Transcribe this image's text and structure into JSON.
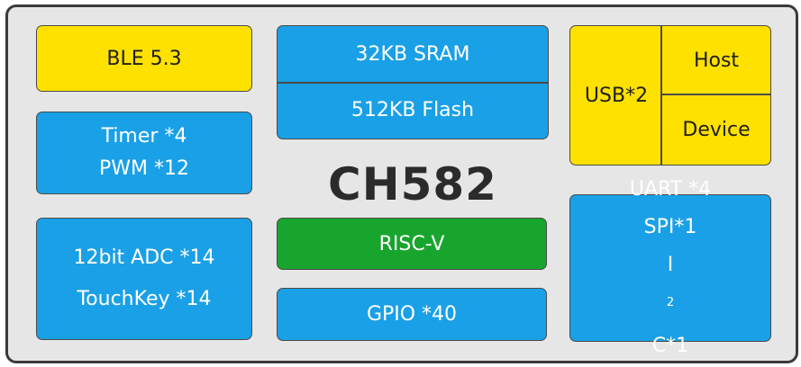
{
  "chip_name": "CH582",
  "blocks": {
    "ble": "BLE 5.3",
    "timer": "Timer *4",
    "pwm": "PWM *12",
    "adc": "12bit ADC *14",
    "touchkey": "TouchKey *14",
    "sram": "32KB SRAM",
    "flash": "512KB Flash",
    "riscv": "RISC-V",
    "gpio": "GPIO *40",
    "usb": "USB*2",
    "usb_host": "Host",
    "usb_device": "Device",
    "uart": "UART *4",
    "spi": "SPI*1",
    "i2c_prefix": "I",
    "i2c_sup": "2",
    "i2c_suffix": "C*1"
  },
  "colors": {
    "blue": "#1aa0e6",
    "yellow": "#ffe100",
    "green": "#18a52d",
    "frame": "#e6e6e6"
  }
}
